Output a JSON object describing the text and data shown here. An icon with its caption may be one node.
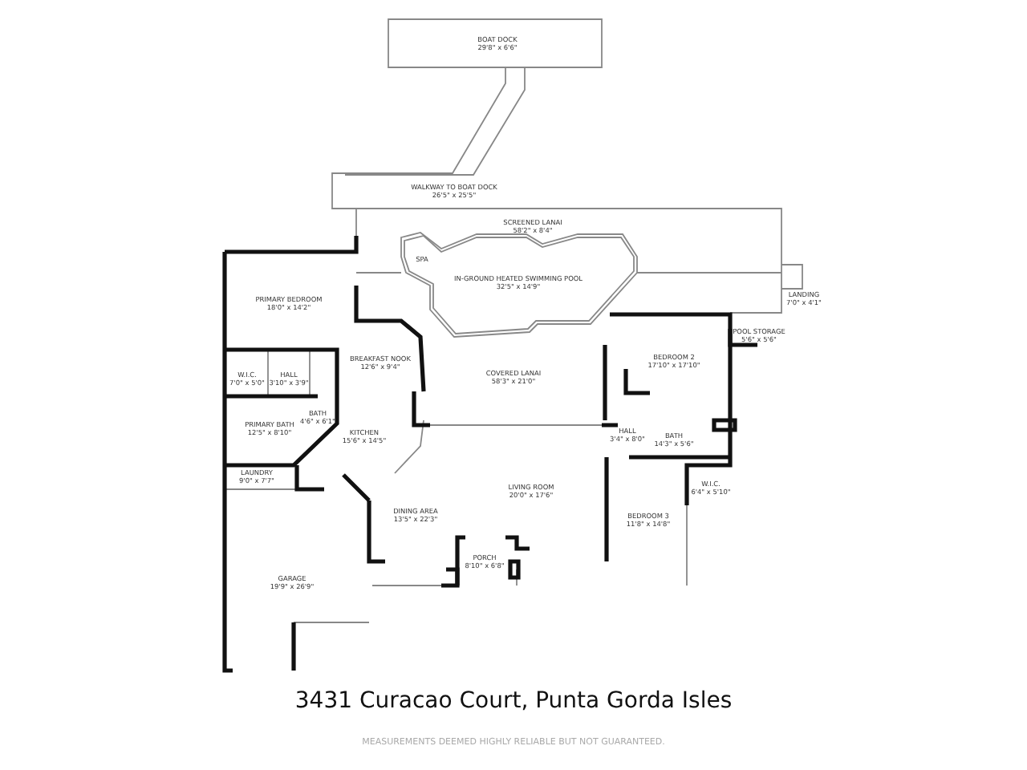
{
  "diagram": {
    "title": "3431 Curacao Court, Punta Gorda Isles",
    "caption": "MEASUREMENTS DEEMED HIGHLY RELIABLE BUT NOT GUARANTEED.",
    "labels": [
      "BOAT DOCK",
      "29'8\" x 6'6\"",
      "WALKWAY TO BOAT DOCK",
      "26'5\" x 25'5\"",
      "SCREENED LANAI",
      "58'2\" x 8'4\"",
      "SPA",
      "IN-GROUND HEATED SWIMMING POOL",
      "32'5\" x 14'9\"",
      "LANDING",
      "7'0\" x 4'1\"",
      "PRIMARY BEDROOM",
      "18'0\" x 14'2\"",
      "POOL STORAGE",
      "5'6\" x 5'6\"",
      "BREAKFAST NOOK",
      "12'6\" x 9'4\"",
      "BEDROOM 2",
      "17'10\" x 17'10\"",
      "COVERED LANAI",
      "58'3\" x 21'0\"",
      "W.I.C.",
      "7'0\" x 5'0\"",
      "HALL",
      "3'10\" x 3'9\"",
      "BATH",
      "4'6\" x 6'1\"",
      "PRIMARY BATH",
      "12'5\" x 8'10\"",
      "HALL",
      "3'4\" x 8'0\"",
      "KITCHEN",
      "15'6\" x 14'5\"",
      "BATH",
      "14'3\" x 5'6\"",
      "W.I.C.",
      "6'4\" x 5'10\"",
      "LIVING ROOM",
      "20'0\" x 17'6\"",
      "LAUNDRY",
      "9'0\" x 7'7\"",
      "DINING AREA",
      "13'5\" x 22'3\"",
      "BEDROOM 3",
      "11'8\" x 14'8\"",
      "PORCH",
      "8'10\" x 6'8\"",
      "GARAGE",
      "19'9\" x 26'9\""
    ]
  }
}
